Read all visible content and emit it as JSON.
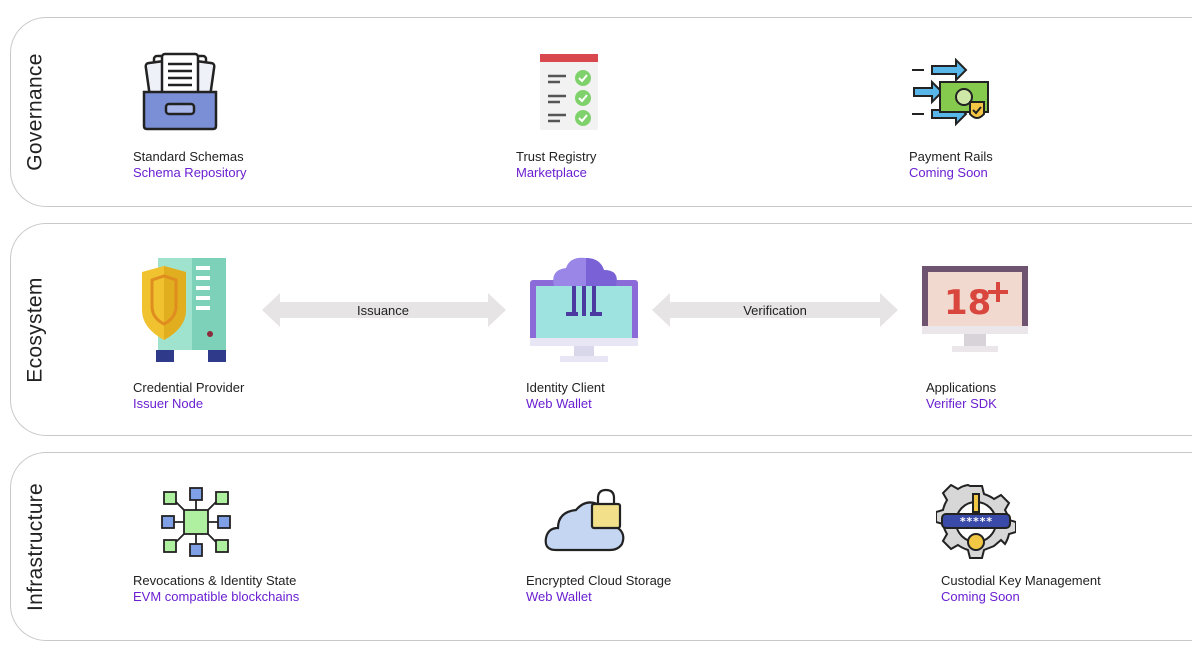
{
  "layers": {
    "governance": {
      "label": "Governance",
      "items": [
        {
          "title": "Standard Schemas",
          "subtitle": "Schema Repository",
          "icon": "schema-tray-icon"
        },
        {
          "title": "Trust Registry",
          "subtitle": "Marketplace",
          "icon": "checklist-icon"
        },
        {
          "title": "Payment Rails",
          "subtitle": "Coming Soon",
          "icon": "money-transfer-icon"
        }
      ]
    },
    "ecosystem": {
      "label": "Ecosystem",
      "items": [
        {
          "title": "Credential Provider",
          "subtitle": "Issuer Node",
          "icon": "shield-server-icon"
        },
        {
          "title": "Identity Client",
          "subtitle": "Web Wallet",
          "icon": "cloud-monitor-icon"
        },
        {
          "title": "Applications",
          "subtitle": "Verifier SDK",
          "icon": "age-18-monitor-icon"
        }
      ],
      "arrows": [
        {
          "label": "Issuance"
        },
        {
          "label": "Verification"
        }
      ]
    },
    "infrastructure": {
      "label": "Infrastructure",
      "items": [
        {
          "title": "Revocations & Identity State",
          "subtitle": "EVM compatible blockchains",
          "icon": "blockchain-network-icon"
        },
        {
          "title": "Encrypted Cloud Storage",
          "subtitle": "Web Wallet",
          "icon": "cloud-lock-icon"
        },
        {
          "title": "Custodial Key Management",
          "subtitle": "Coming Soon",
          "icon": "gear-key-icon"
        }
      ]
    }
  },
  "colors": {
    "subtitle": "#6a1fd1",
    "border": "#c9c9c9",
    "arrow": "#e6e4e4"
  }
}
